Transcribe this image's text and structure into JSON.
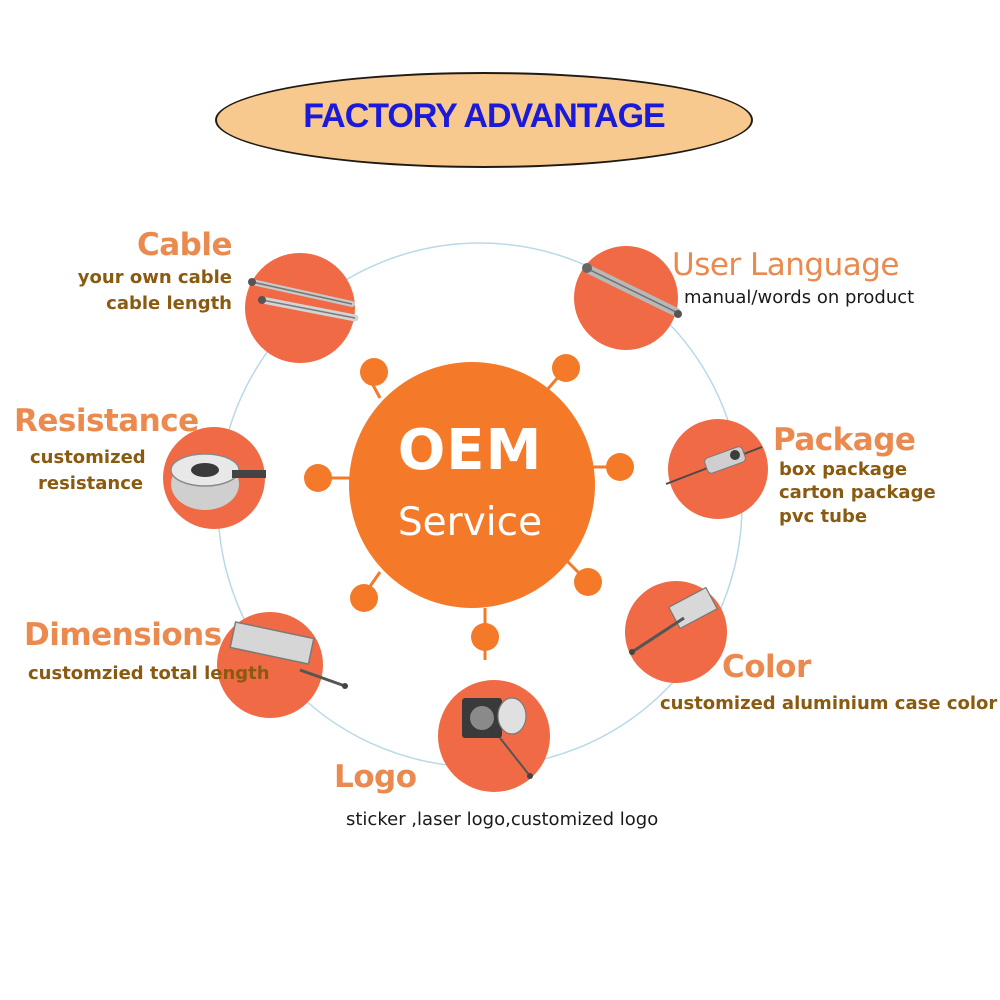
{
  "header": {
    "title": "FACTORY ADVANTAGE"
  },
  "center": {
    "title": "OEM",
    "subtitle": "Service"
  },
  "colors": {
    "orange": "#f47a2a",
    "bubble": "#ef6a45",
    "label_title": "#eb8a4f",
    "label_desc": "#8a5a10",
    "ring": "#b9d9e8",
    "banner_fill": "#f7c98e",
    "banner_text": "#1a1ad8"
  },
  "features": [
    {
      "id": "cable",
      "title": "Cable",
      "lines": [
        "your own cable",
        "cable length"
      ],
      "icon": "linear-sensor-rods-icon"
    },
    {
      "id": "user-language",
      "title": "User Language",
      "lines": [
        "manual/words on product"
      ],
      "icon": "rod-sensor-icon"
    },
    {
      "id": "resistance",
      "title": "Resistance",
      "lines": [
        "customized",
        "resistance"
      ],
      "icon": "rotary-sensor-icon"
    },
    {
      "id": "package",
      "title": "Package",
      "lines": [
        "box package",
        "carton package",
        "pvc tube"
      ],
      "icon": "small-rod-sensor-icon"
    },
    {
      "id": "dimensions",
      "title": "Dimensions",
      "lines": [
        "customzied total length"
      ],
      "icon": "box-linear-sensor-icon"
    },
    {
      "id": "color",
      "title": "Color",
      "lines": [
        "customized aluminium case color"
      ],
      "icon": "spring-sensor-icon"
    },
    {
      "id": "logo",
      "title": "Logo",
      "lines": [
        "sticker ,laser logo,customized logo"
      ],
      "icon": "draw-wire-sensor-icon"
    }
  ]
}
